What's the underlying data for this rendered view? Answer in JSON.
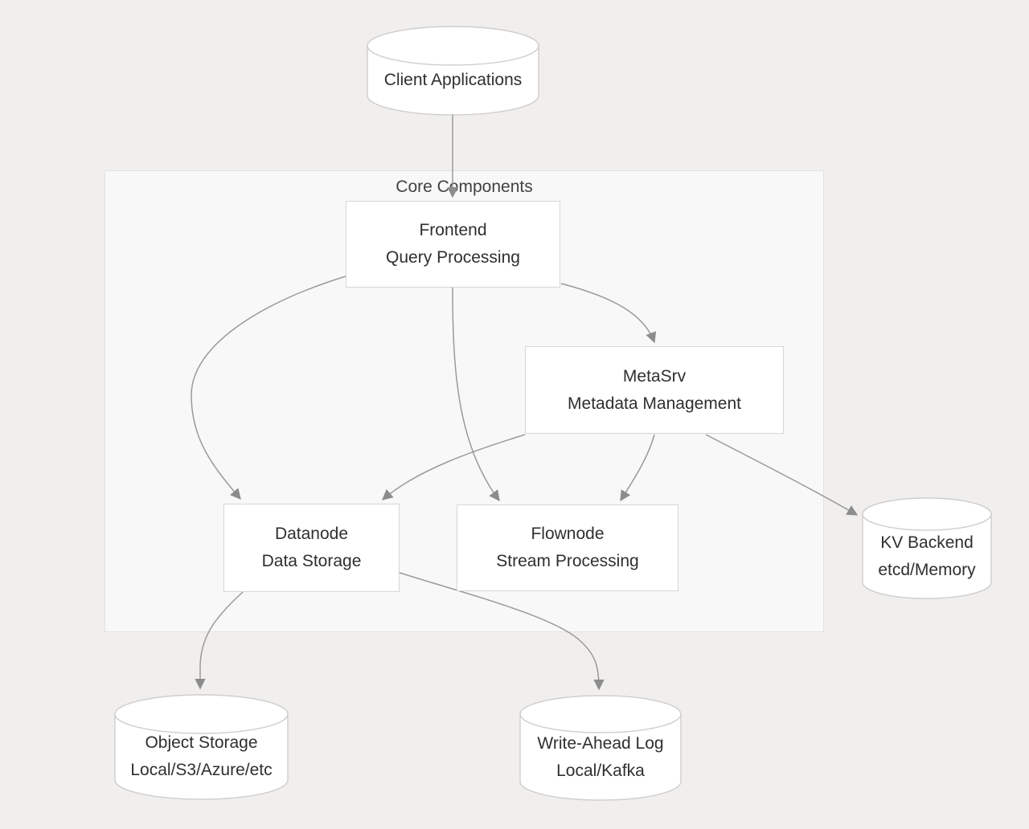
{
  "container": {
    "title": "Core Components"
  },
  "nodes": [
    {
      "id": "client",
      "shape": "cylinder",
      "lines": [
        "Client Applications"
      ]
    },
    {
      "id": "frontend",
      "shape": "rect",
      "lines": [
        "Frontend",
        "Query Processing"
      ]
    },
    {
      "id": "metasrv",
      "shape": "rect",
      "lines": [
        "MetaSrv",
        "Metadata Management"
      ]
    },
    {
      "id": "datanode",
      "shape": "rect",
      "lines": [
        "Datanode",
        "Data Storage"
      ]
    },
    {
      "id": "flownode",
      "shape": "rect",
      "lines": [
        "Flownode",
        "Stream Processing"
      ]
    },
    {
      "id": "kv",
      "shape": "cylinder",
      "lines": [
        "KV Backend",
        "etcd/Memory"
      ]
    },
    {
      "id": "objectstorage",
      "shape": "cylinder",
      "lines": [
        "Object Storage",
        "Local/S3/Azure/etc"
      ]
    },
    {
      "id": "wal",
      "shape": "cylinder",
      "lines": [
        "Write-Ahead Log",
        "Local/Kafka"
      ]
    }
  ],
  "edges": [
    {
      "from": "client",
      "to": "frontend"
    },
    {
      "from": "frontend",
      "to": "datanode"
    },
    {
      "from": "frontend",
      "to": "flownode"
    },
    {
      "from": "frontend",
      "to": "metasrv"
    },
    {
      "from": "metasrv",
      "to": "datanode"
    },
    {
      "from": "metasrv",
      "to": "flownode"
    },
    {
      "from": "metasrv",
      "to": "kv"
    },
    {
      "from": "datanode",
      "to": "objectstorage"
    },
    {
      "from": "datanode",
      "to": "wal"
    }
  ],
  "colors": {
    "background": "#f0efed",
    "container_fill": "#f8f8f8",
    "container_border": "#e3e2e0",
    "node_fill": "#ffffff",
    "node_border": "#d7d6d4",
    "cylinder_stroke": "#cfcecc",
    "edge": "#9a9a9a",
    "arrowhead": "#8c8c8c",
    "text": "#2f2f2f",
    "title_text": "#424242"
  }
}
